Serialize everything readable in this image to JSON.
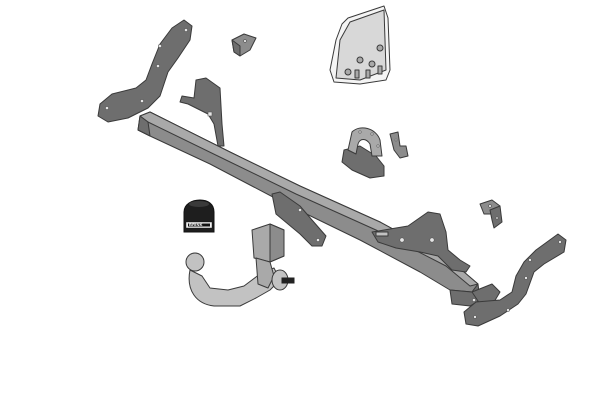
{
  "diagram": {
    "type": "exploded-parts-illustration",
    "subject": "detachable tow bar kit",
    "background": "#ffffff",
    "part_color": "#8c8c8c",
    "outline_color": "#3a3a3a",
    "parts": [
      {
        "id": "left-side-bracket",
        "label": ""
      },
      {
        "id": "small-angle-bracket-top",
        "label": ""
      },
      {
        "id": "fixings-bag",
        "label": ""
      },
      {
        "id": "left-mounting-plate",
        "label": ""
      },
      {
        "id": "main-crossbar",
        "label": ""
      },
      {
        "id": "socket-plate",
        "label": ""
      },
      {
        "id": "small-clip",
        "label": ""
      },
      {
        "id": "right-angle-bracket",
        "label": ""
      },
      {
        "id": "right-mounting-plate",
        "label": ""
      },
      {
        "id": "right-side-bracket",
        "label": ""
      },
      {
        "id": "tow-ball-neck",
        "label": ""
      },
      {
        "id": "protective-cap",
        "label": "BRINK"
      }
    ]
  }
}
